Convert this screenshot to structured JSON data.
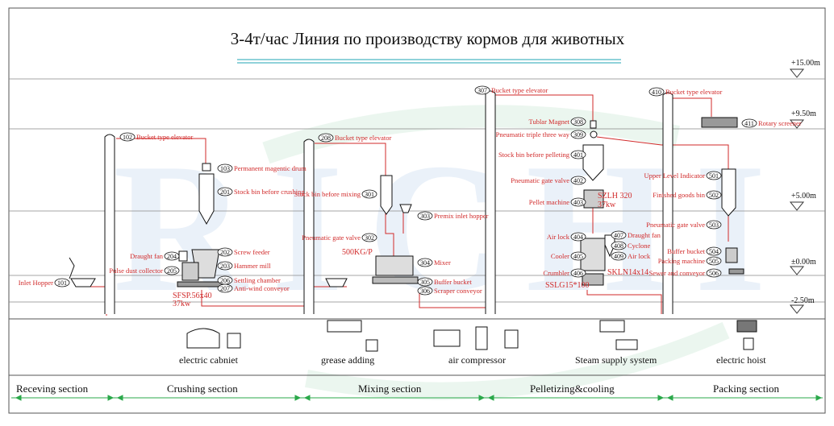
{
  "title": "3-4т/час Линия по производству кормов для животных",
  "levels": {
    "l1": "+15.00m",
    "l2": "+9.50m",
    "l3": "+5.00m",
    "l4": "±0.00m",
    "l5": "-2.50m"
  },
  "watermark": "RICHI",
  "colors": {
    "frame": "#555555",
    "red_pipe": "#d12a2a",
    "black": "#111111",
    "green_arrow": "#2aa84a",
    "watermark_blue": "#3f7fc7",
    "watermark_green": "#49b36b"
  },
  "labels": {
    "s1": {
      "num": "101",
      "text": "Inlet Hopper"
    },
    "s2": {
      "num": "102",
      "text": "Bucket type elevator"
    },
    "s3": {
      "num": "103",
      "text": "Permanent magentic drum"
    },
    "s4": {
      "num": "201",
      "text": "Stock bin before crushing"
    },
    "s5": {
      "num": "202",
      "text": "Screw feeder"
    },
    "s6": {
      "num": "203",
      "text": "Hammer mill"
    },
    "s7": {
      "num": "204",
      "text": "Draught fan"
    },
    "s8": {
      "num": "205",
      "text": "Pulse dust collector"
    },
    "s9": {
      "num": "206",
      "text": "Settling chamber"
    },
    "s10": {
      "num": "207",
      "text": "Anti-wind conveyor"
    },
    "s11": {
      "num": "208",
      "text": "Bucket type elevator"
    },
    "s12": {
      "num": "301",
      "text": "Stock bin before mixing"
    },
    "s13": {
      "num": "302",
      "text": "Pneumatic gate valve"
    },
    "s14": {
      "num": "303",
      "text": "Premix inlet hopper"
    },
    "s15": {
      "num": "304",
      "text": "Mixer"
    },
    "s16": {
      "num": "305",
      "text": "Buffer bucket"
    },
    "s17": {
      "num": "306",
      "text": "Scraper conveyor"
    },
    "s18": {
      "num": "307",
      "text": "Bucket type elevator"
    },
    "s19": {
      "num": "308",
      "text": "Tublar Magnet"
    },
    "s20": {
      "num": "309",
      "text": "Pneumatic triple three way"
    },
    "s21": {
      "num": "401",
      "text": "Stock bin before pelleting"
    },
    "s22": {
      "num": "402",
      "text": "Pneumatic gate valve"
    },
    "s23": {
      "num": "403",
      "text": "Pellet machine"
    },
    "s24": {
      "num": "404",
      "text": "Air lock"
    },
    "s25": {
      "num": "405",
      "text": "Cooler"
    },
    "s26": {
      "num": "406",
      "text": "Crumbler"
    },
    "s27": {
      "num": "407",
      "text": "Draught fan"
    },
    "s28": {
      "num": "408",
      "text": "Cyclone"
    },
    "s29": {
      "num": "409",
      "text": "Air lock"
    },
    "s30": {
      "num": "410",
      "text": "Bucket type elevator"
    },
    "s31": {
      "num": "411",
      "text": "Rotary screener"
    },
    "s32": {
      "num": "501",
      "text": "Upper Level Indicator"
    },
    "s33": {
      "num": "502",
      "text": "Finished goods bin"
    },
    "s34": {
      "num": "503",
      "text": "Pneumatic gate valve"
    },
    "s35": {
      "num": "504",
      "text": "Buffer bucket"
    },
    "s36": {
      "num": "505",
      "text": "Packing machine"
    },
    "s37": {
      "num": "506",
      "text": "Sewer and conveyor"
    }
  },
  "models": {
    "mill": "SFSP.56x40",
    "mill_power": "37kw",
    "mixer": "500KG/P",
    "pellet": "SZLH 320",
    "pellet_power": "37kw",
    "cooler": "SKLN14x14",
    "crumbler": "SSLG15*100"
  },
  "aux": {
    "a1": "electric cabniet",
    "a2": "grease adding",
    "a3": "air compressor",
    "a4": "Steam supply system",
    "a5": "electric hoist"
  },
  "sections": {
    "s1": "Receving section",
    "s2": "Crushing section",
    "s3": "Mixing section",
    "s4": "Pelletizing&cooling",
    "s5": "Packing section"
  }
}
